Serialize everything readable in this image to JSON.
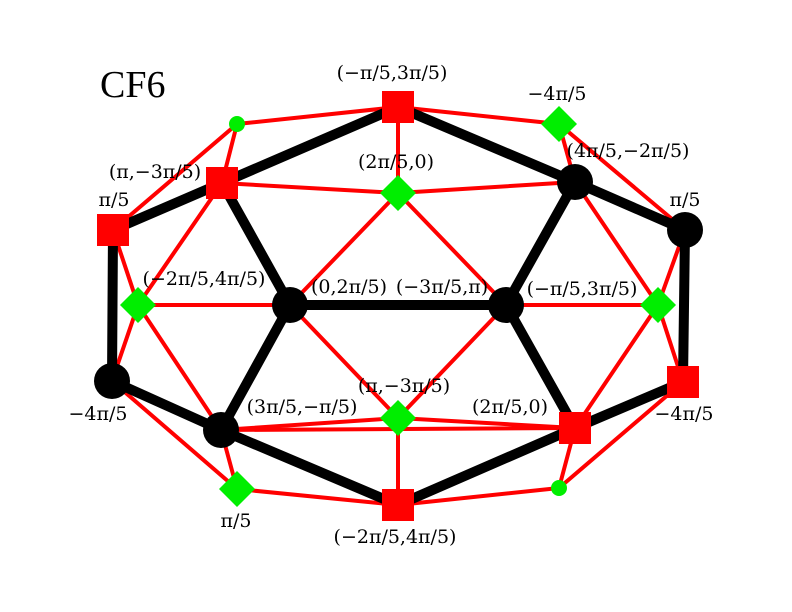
{
  "title": "CF6",
  "colors": {
    "black_edge": "#000000",
    "red_edge": "#ff0000",
    "red_node": "#ff0000",
    "green_node": "#00ee00",
    "black_node": "#000000"
  },
  "nodes": [
    {
      "id": "top",
      "shape": "square",
      "label": "(−π/5,3π/5)"
    },
    {
      "id": "tl",
      "shape": "square",
      "label": "(π,−3π/5)"
    },
    {
      "id": "lft",
      "shape": "square",
      "label": "π/5"
    },
    {
      "id": "rgt",
      "shape": "square",
      "label": "−4π/5"
    },
    {
      "id": "br",
      "shape": "square",
      "label": "(2π/5,0)"
    },
    {
      "id": "bot",
      "shape": "square",
      "label": "(−2π/5,4π/5)"
    },
    {
      "id": "tr",
      "shape": "circle",
      "label": "(4π/5,−2π/5)"
    },
    {
      "id": "rt",
      "shape": "circle",
      "label": "π/5"
    },
    {
      "id": "cl",
      "shape": "circle",
      "label": "(0,2π/5)"
    },
    {
      "id": "cr",
      "shape": "circle",
      "label": "(−3π/5,π)"
    },
    {
      "id": "lb",
      "shape": "circle",
      "label": "−4π/5"
    },
    {
      "id": "bl",
      "shape": "circle",
      "label": "(3π/5,−π/5)"
    },
    {
      "id": "trg",
      "shape": "diamond",
      "label": "−4π/5"
    },
    {
      "id": "cg_top",
      "shape": "diamond",
      "label": "(2π/5,0)"
    },
    {
      "id": "lg",
      "shape": "diamond",
      "label": "(−2π/5,4π/5)"
    },
    {
      "id": "rg",
      "shape": "diamond",
      "label": "(−π/5,3π/5)"
    },
    {
      "id": "cg_bot",
      "shape": "diamond",
      "label": "(π,−3π/5)"
    },
    {
      "id": "blg",
      "shape": "diamond",
      "label": "π/5"
    },
    {
      "id": "tlg",
      "shape": "dot",
      "label": ""
    },
    {
      "id": "brg",
      "shape": "dot",
      "label": ""
    }
  ],
  "black_edges": [
    [
      "lft",
      "tl"
    ],
    [
      "tl",
      "top"
    ],
    [
      "top",
      "tr"
    ],
    [
      "tr",
      "rt"
    ],
    [
      "rt",
      "rgt"
    ],
    [
      "rgt",
      "br"
    ],
    [
      "br",
      "bot"
    ],
    [
      "bot",
      "bl"
    ],
    [
      "bl",
      "lb"
    ],
    [
      "lb",
      "lft"
    ],
    [
      "tl",
      "cl"
    ],
    [
      "cl",
      "bl"
    ],
    [
      "cl",
      "cr"
    ],
    [
      "cr",
      "tr"
    ],
    [
      "cr",
      "br"
    ]
  ],
  "red_edges": [
    [
      "tlg",
      "top"
    ],
    [
      "top",
      "trg"
    ],
    [
      "trg",
      "rt"
    ],
    [
      "tlg",
      "tl"
    ],
    [
      "tlg",
      "lft"
    ],
    [
      "top",
      "cg_top"
    ],
    [
      "top",
      "tr"
    ],
    [
      "tl",
      "cg_top"
    ],
    [
      "cg_top",
      "tr"
    ],
    [
      "cg_top",
      "cl"
    ],
    [
      "cg_top",
      "cr"
    ],
    [
      "tl",
      "lg"
    ],
    [
      "lft",
      "lg"
    ],
    [
      "lft",
      "lb"
    ],
    [
      "lg",
      "cl"
    ],
    [
      "lg",
      "lb"
    ],
    [
      "lg",
      "bl"
    ],
    [
      "tr",
      "rg"
    ],
    [
      "rt",
      "rg"
    ],
    [
      "rg",
      "cr"
    ],
    [
      "rg",
      "rgt"
    ],
    [
      "rg",
      "br"
    ],
    [
      "cl",
      "cg_bot"
    ],
    [
      "cr",
      "cg_bot"
    ],
    [
      "bl",
      "cg_bot"
    ],
    [
      "cg_bot",
      "br"
    ],
    [
      "cg_bot",
      "bot"
    ],
    [
      "bl",
      "br"
    ],
    [
      "bl",
      "blg"
    ],
    [
      "lb",
      "blg"
    ],
    [
      "blg",
      "bot"
    ],
    [
      "bot",
      "brg"
    ],
    [
      "br",
      "brg"
    ],
    [
      "brg",
      "rgt"
    ],
    [
      "tr",
      "trg"
    ]
  ]
}
